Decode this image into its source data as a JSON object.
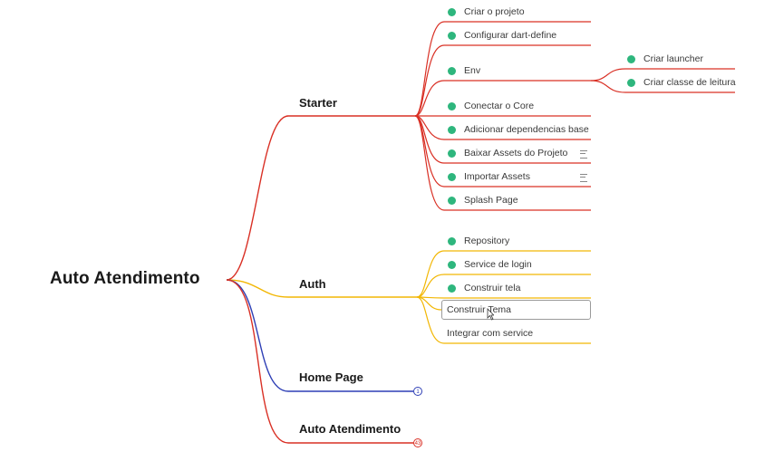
{
  "root": {
    "label": "Auto Atendimento"
  },
  "branches": {
    "starter": {
      "label": "Starter",
      "color": "#d93025",
      "items": [
        {
          "label": "Criar o projeto"
        },
        {
          "label": "Configurar dart-define"
        },
        {
          "label": "Env",
          "children": [
            {
              "label": "Criar launcher"
            },
            {
              "label": "Criar classe de leitura"
            }
          ]
        },
        {
          "label": "Conectar o Core"
        },
        {
          "label": "Adicionar dependencias base"
        },
        {
          "label": "Baixar Assets do Projeto",
          "has_note": true
        },
        {
          "label": "Importar Assets",
          "has_note": true
        },
        {
          "label": "Splash Page"
        }
      ]
    },
    "auth": {
      "label": "Auth",
      "color": "#f2b705",
      "items": [
        {
          "label": "Repository"
        },
        {
          "label": "Service de login"
        },
        {
          "label": "Construir tela"
        },
        {
          "label": "Construir Tema",
          "editing": true
        },
        {
          "label": "Integrar com service"
        }
      ]
    },
    "home": {
      "label": "Home Page",
      "color": "#2e3fb5",
      "collapsed_count": "1"
    },
    "auto": {
      "label": "Auto Atendimento",
      "color": "#d93025",
      "collapsed_count": "43"
    }
  },
  "colors": {
    "done_dot": "#2eb67d"
  }
}
